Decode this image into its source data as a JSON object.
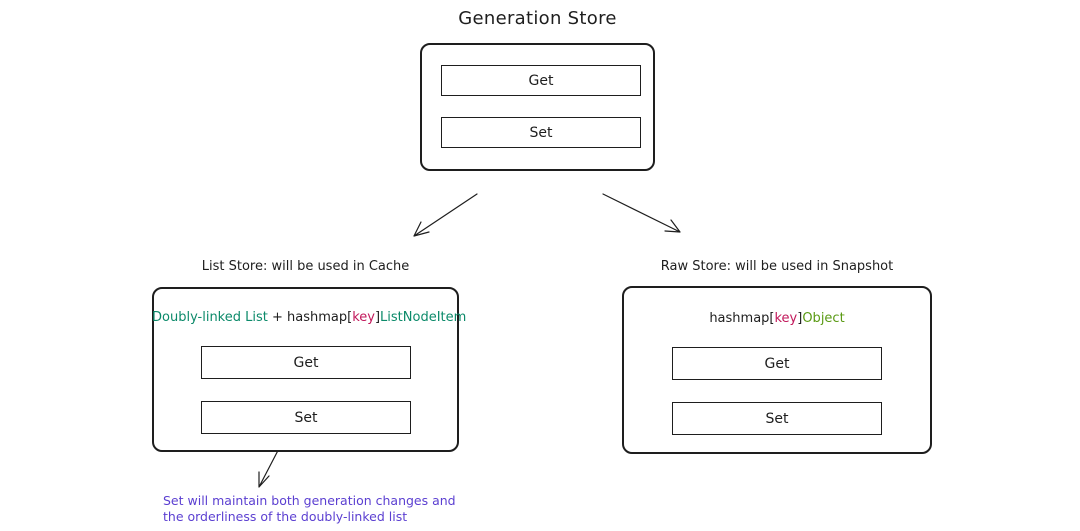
{
  "generation_store": {
    "title": "Generation Store",
    "get_label": "Get",
    "set_label": "Set"
  },
  "list_store": {
    "title": "List Store: will be used in Cache",
    "formula": {
      "part1": "Doubly-linked List",
      "plus": " + hashmap[",
      "key": "key",
      "close": "]",
      "type": "ListNodeItem"
    },
    "get_label": "Get",
    "set_label": "Set",
    "note_line1": "Set will maintain both generation changes and",
    "note_line2": "the orderliness of the doubly-linked list"
  },
  "raw_store": {
    "title": "Raw Store: will be used in Snapshot",
    "formula": {
      "prefix": "hashmap[",
      "key": "key",
      "close": "]",
      "type": "Object"
    },
    "get_label": "Get",
    "set_label": "Set"
  },
  "colors": {
    "stroke": "#1e1e1e",
    "teal": "#0c8a6a",
    "key": "#c2185b",
    "green": "#5a9a14",
    "note": "#5b3fd1"
  }
}
